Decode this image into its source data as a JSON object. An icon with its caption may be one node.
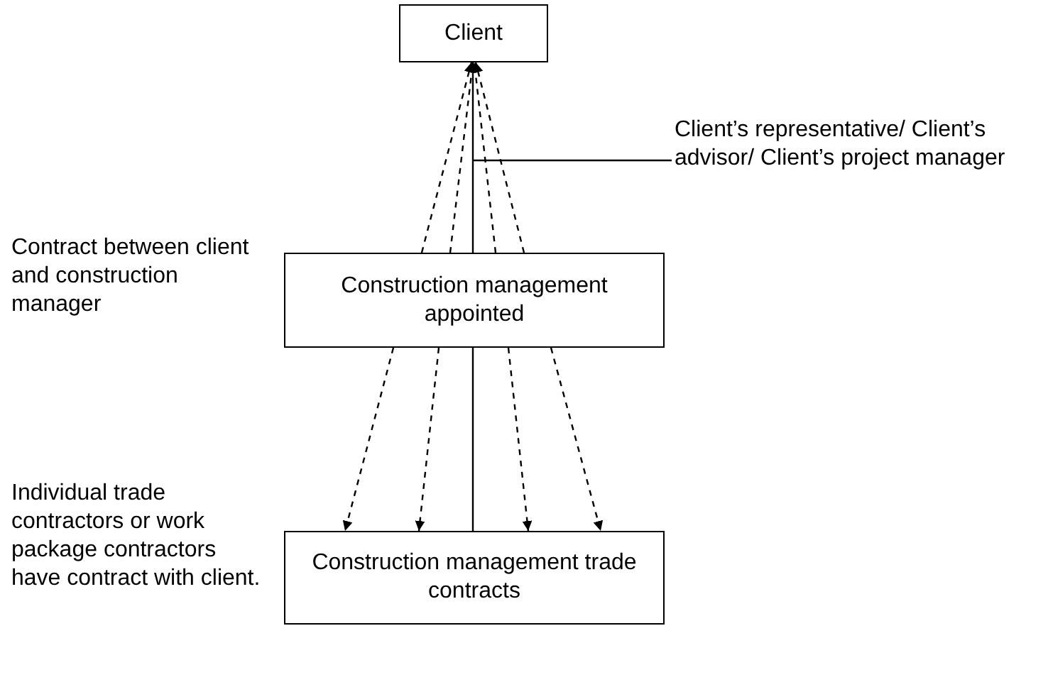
{
  "diagram": {
    "nodes": [
      {
        "text": [
          "Client"
        ]
      },
      {
        "text": [
          "Construction management appointed"
        ]
      },
      {
        "text": [
          "Construction management trade contracts"
        ]
      },
      {
        "text": [
          "Client’s representative/ Client’s advisor/ Client’s project manager"
        ]
      }
    ],
    "edges": [
      {
        "from": 0,
        "to": 1,
        "arrow": "none"
      },
      {
        "from": 1,
        "to": 2,
        "arrow": "none"
      },
      {
        "from": 1,
        "to": 0,
        "arrow": "to",
        "style": "dashed"
      },
      {
        "from": 1,
        "to": 0,
        "arrow": "to",
        "style": "dashed"
      },
      {
        "from": 1,
        "to": 0,
        "arrow": "to",
        "style": "dashed"
      },
      {
        "from": 1,
        "to": 0,
        "arrow": "to",
        "style": "dashed"
      },
      {
        "from": 1,
        "to": 2,
        "arrow": "to",
        "style": "dashed"
      },
      {
        "from": 1,
        "to": 2,
        "arrow": "to",
        "style": "dashed"
      },
      {
        "from": 1,
        "to": 2,
        "arrow": "to",
        "style": "dashed"
      },
      {
        "from": 1,
        "to": 2,
        "arrow": "to",
        "style": "dashed"
      },
      {
        "from": 3,
        "to": null,
        "arrow": "none"
      }
    ],
    "labels": [
      "Contract between client and construction manager",
      "Individual trade contractors or work package contractors have contract with client."
    ]
  }
}
